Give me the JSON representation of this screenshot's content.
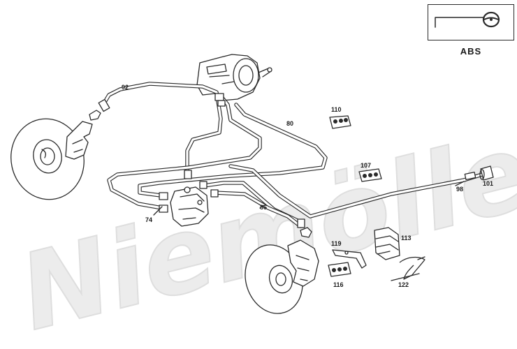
{
  "legend": {
    "label": "ABS",
    "icon": "steering-wheel-icon"
  },
  "watermark": {
    "text": "Niemöller"
  },
  "callouts": {
    "c92": "92",
    "c80": "80",
    "c110": "110",
    "c107": "107",
    "c98": "98",
    "c101": "101",
    "c74": "74",
    "c86": "86",
    "c113": "113",
    "c119": "119",
    "c116": "116",
    "c122": "122"
  }
}
